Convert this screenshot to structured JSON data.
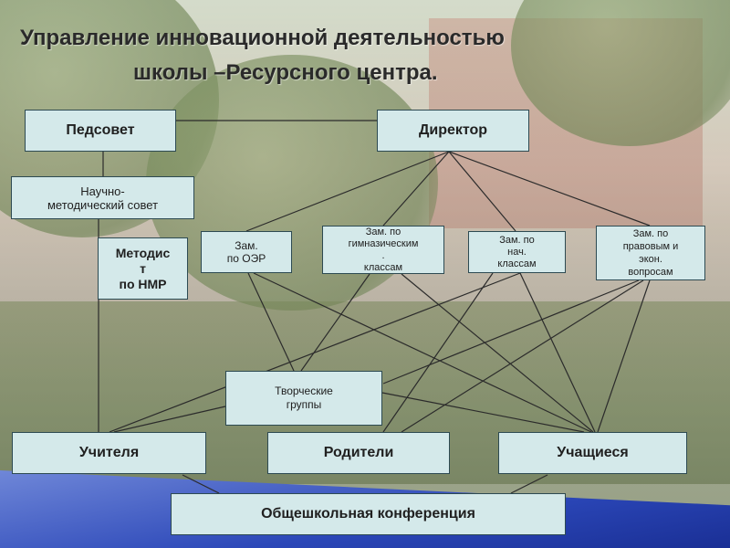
{
  "title": {
    "line1": "Управление инновационной деятельностью",
    "line2": "школы –Ресурсного центра."
  },
  "nodes": {
    "pedsovet": "Педсовет",
    "director": "Директор",
    "nms": "Научно-\nметодический совет",
    "metodist": "Методис\nт\nпо НМР",
    "zam_oer": "Зам.\nпо ОЭР",
    "zam_gymn": "Зам. по\nгимназическим\n.\nклассам",
    "zam_nach": "Зам. по\nнач.\nклассам",
    "zam_prav": "Зам. по\nправовым и\nэкон.\nвопросам",
    "tvorch": "Творческие\nгруппы",
    "uchitelya": "Учителя",
    "roditeli": "Родители",
    "uchashiesya": "Учащиеся",
    "konferenciya": "Общешкольная конференция"
  },
  "colors": {
    "box_fill": "#d4e9ea",
    "box_border": "#2d4a52",
    "bottom_band": "#2b47b8"
  }
}
